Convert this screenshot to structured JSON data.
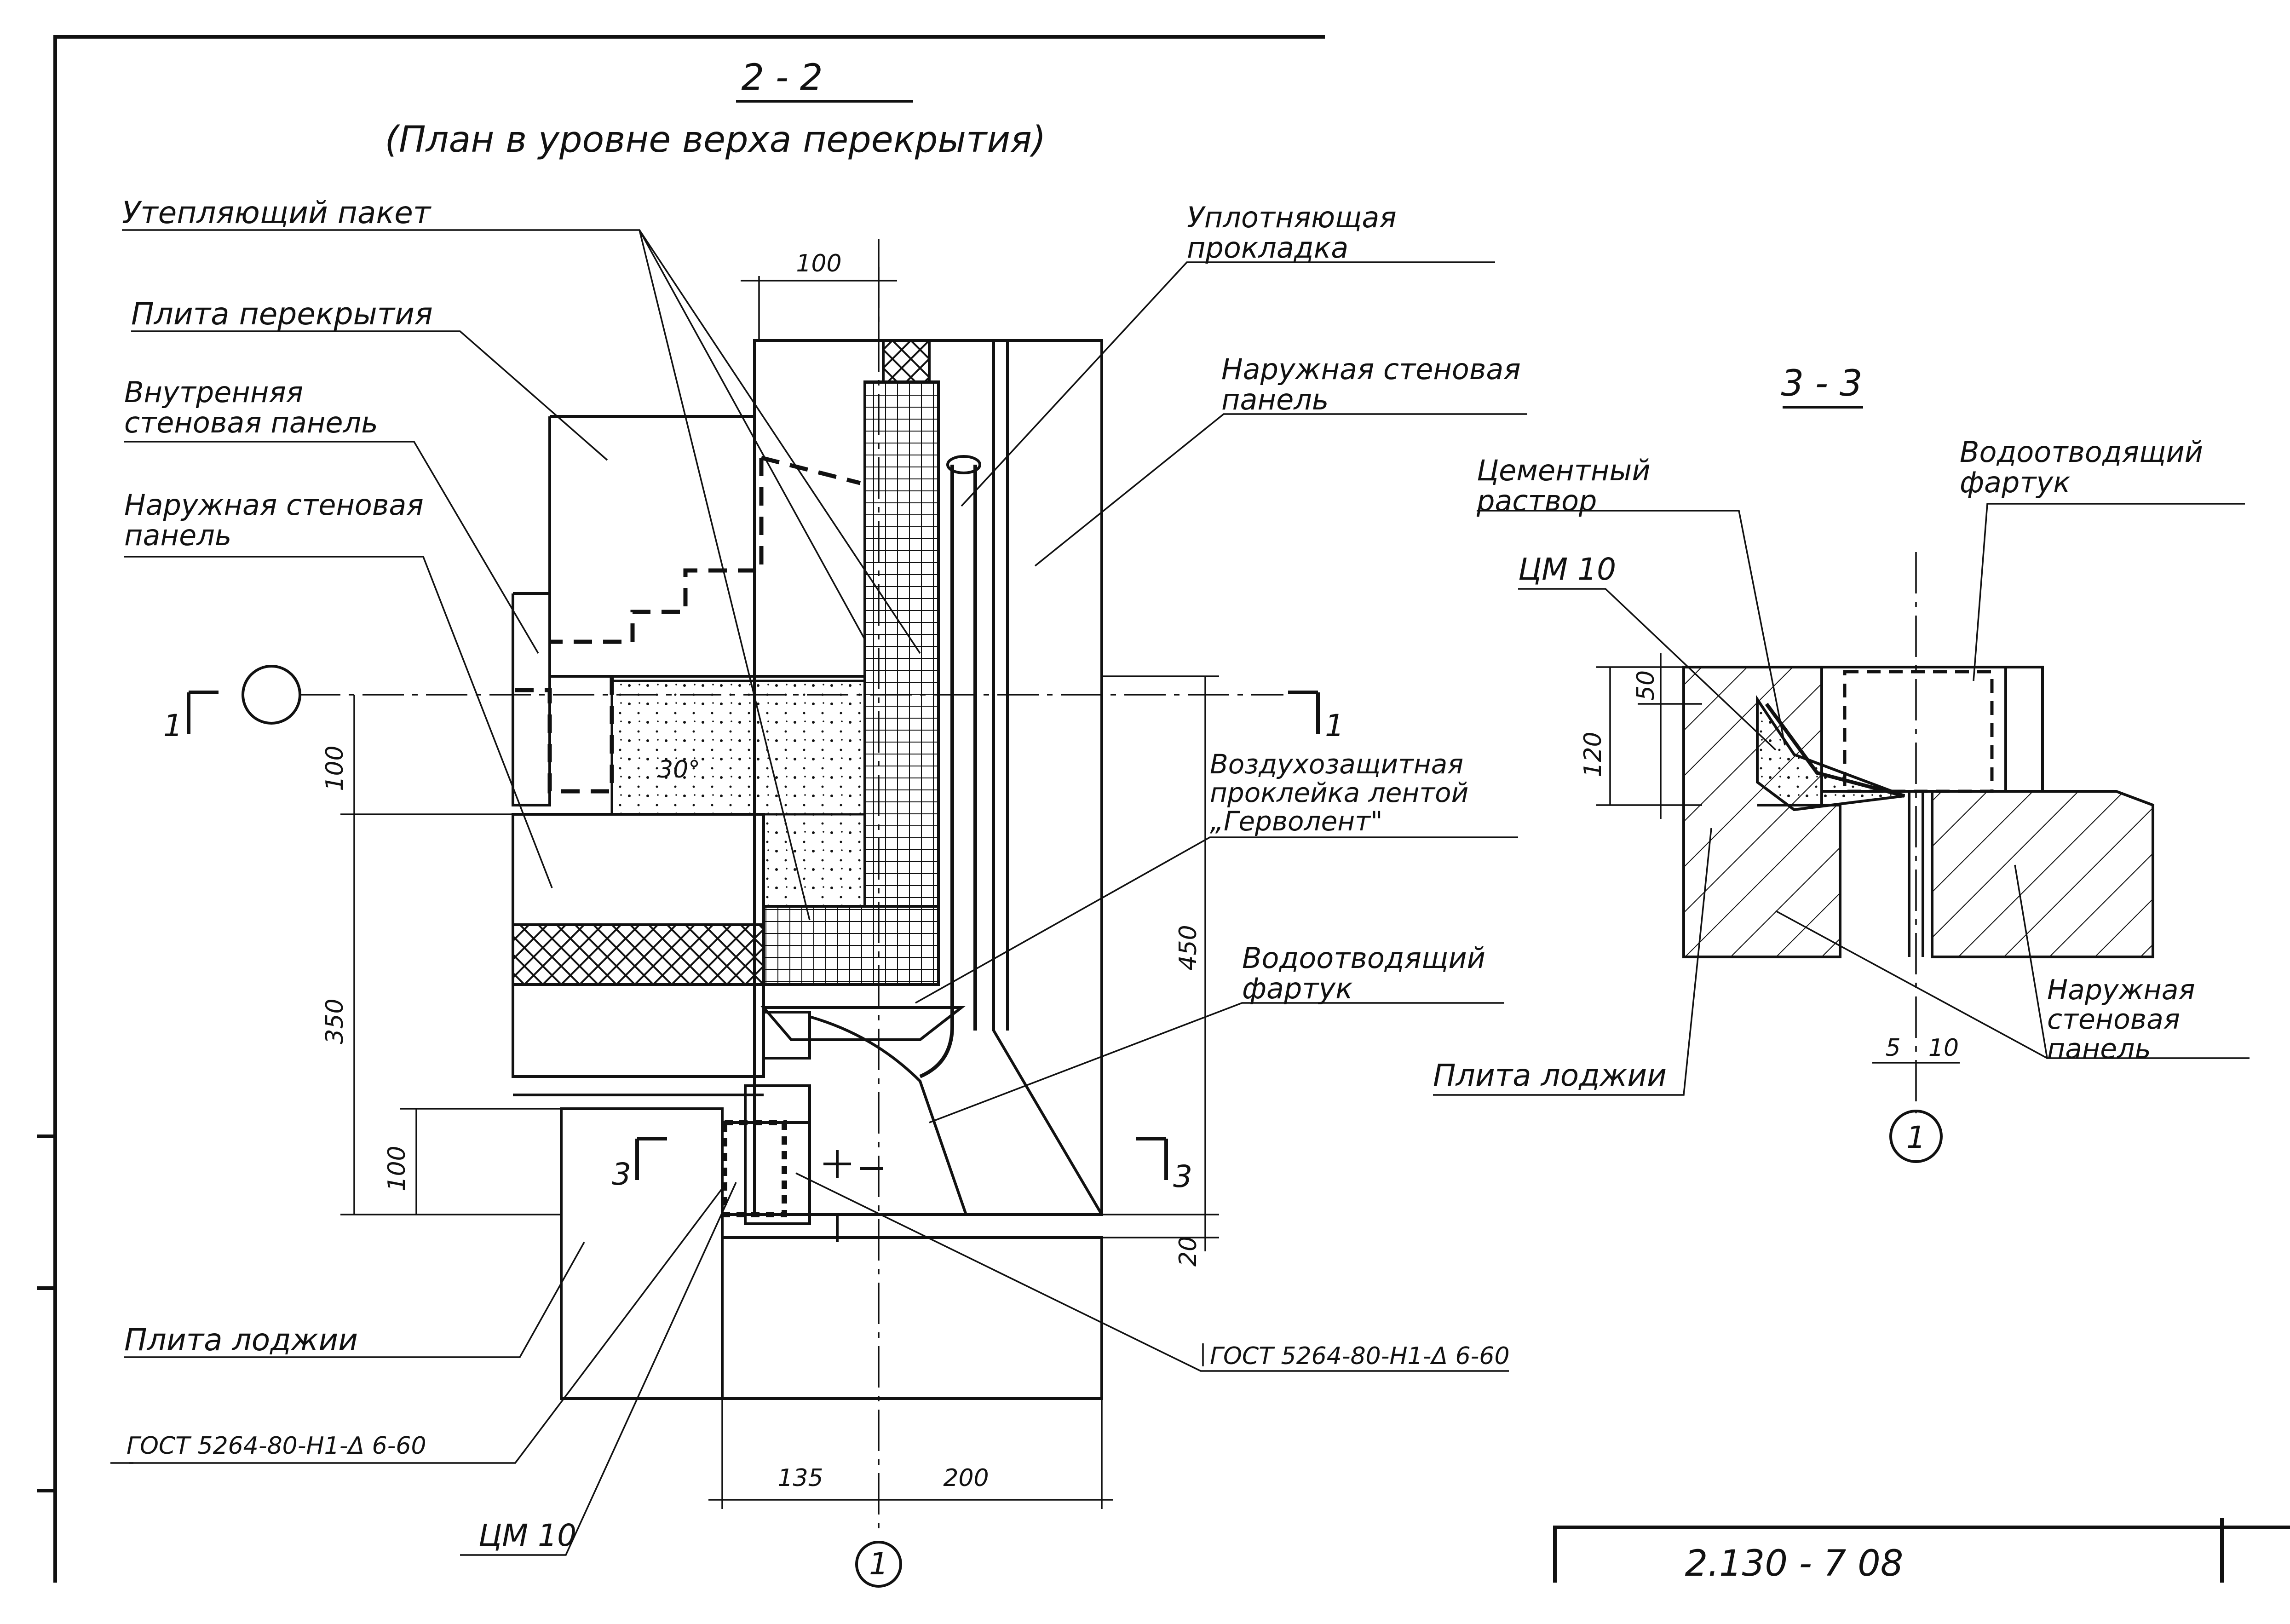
{
  "section_2_2": {
    "title": "2 - 2",
    "subtitle": "(План в уровне верха перекрытия)",
    "labels": {
      "insulation_pack": "Утепляющий пакет",
      "floor_slab": "Плита перекрытия",
      "inner_panel": "Внутренняя стеновая панель",
      "outer_panel_left": "Наружная стеновая панель",
      "sealing_gasket": "Уплотняющая прокладка",
      "outer_panel_right": "Наружная стеновая панель",
      "air_tape": "Воздухозащитная проклейка лентой „Герволент\"",
      "drip_apron": "Водоотводящий фартук",
      "loggia_slab": "Плита лоджии",
      "gost_right": "ГОСТ 5264-80-Н1-Δ 6-60",
      "gost_left": "ГОСТ 5264-80-Н1-Δ 6-60",
      "mortar": "ЦМ 10"
    },
    "dimensions": {
      "d100_top": "100",
      "d100_mid": "100",
      "d350": "350",
      "d100_low": "100",
      "d450": "450",
      "d20": "20",
      "d135": "135",
      "d200": "200"
    },
    "section_marks": {
      "s1_left": "1",
      "s1_right": "1",
      "s3_left": "3",
      "s3_right": "3"
    },
    "axis_label": "1",
    "hatch_note": "30°"
  },
  "section_3_3": {
    "title": "3 - 3",
    "labels": {
      "cement_mortar": "Цементный раствор",
      "drip_apron": "Водоотводящий фартук",
      "mortar": "ЦМ 10",
      "outer_panel": "Наружная стеновая панель",
      "loggia_slab": "Плита лоджии"
    },
    "dimensions": {
      "d50": "50",
      "d120": "120",
      "d5": "5",
      "d10": "10"
    },
    "axis_label": "1"
  },
  "title_block": {
    "code": "2.130 - 7 08"
  }
}
